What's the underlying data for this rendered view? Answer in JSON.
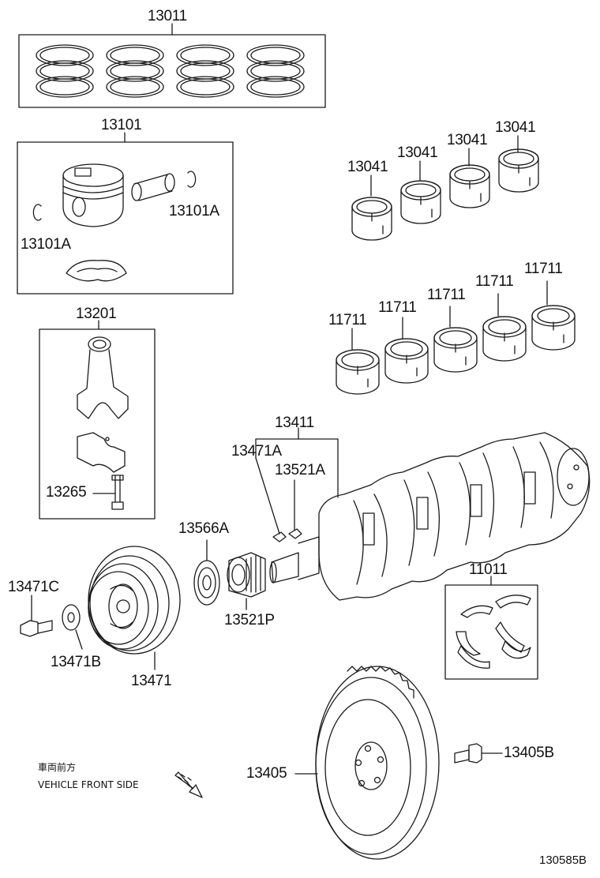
{
  "labels": {
    "ring_set": "13011",
    "piston": "13101",
    "pin_clip_right": "13101A",
    "pin_clip_left": "13101A",
    "conn_rod": "13201",
    "rod_bolt": "13265",
    "rod_bearing_1": "13041",
    "rod_bearing_2": "13041",
    "rod_bearing_3": "13041",
    "rod_bearing_4": "13041",
    "main_bearing_1": "11711",
    "main_bearing_2": "11711",
    "main_bearing_3": "11711",
    "main_bearing_4": "11711",
    "main_bearing_5": "11711",
    "crankshaft": "13411",
    "key": "13471A",
    "key_b": "13521A",
    "washer_plate": "13566A",
    "timing_gear": "13521P",
    "pulley_bolt": "13471C",
    "pulley_washer": "13471B",
    "pulley": "13471",
    "thrust_washer": "11011",
    "flywheel": "13405",
    "flywheel_bolt": "13405B"
  },
  "note": {
    "japanese": "車両前方",
    "english": "VEHICLE FRONT SIDE"
  },
  "reference": "130585B",
  "colors": {
    "line": "#1a1a1a",
    "background": "#ffffff"
  }
}
